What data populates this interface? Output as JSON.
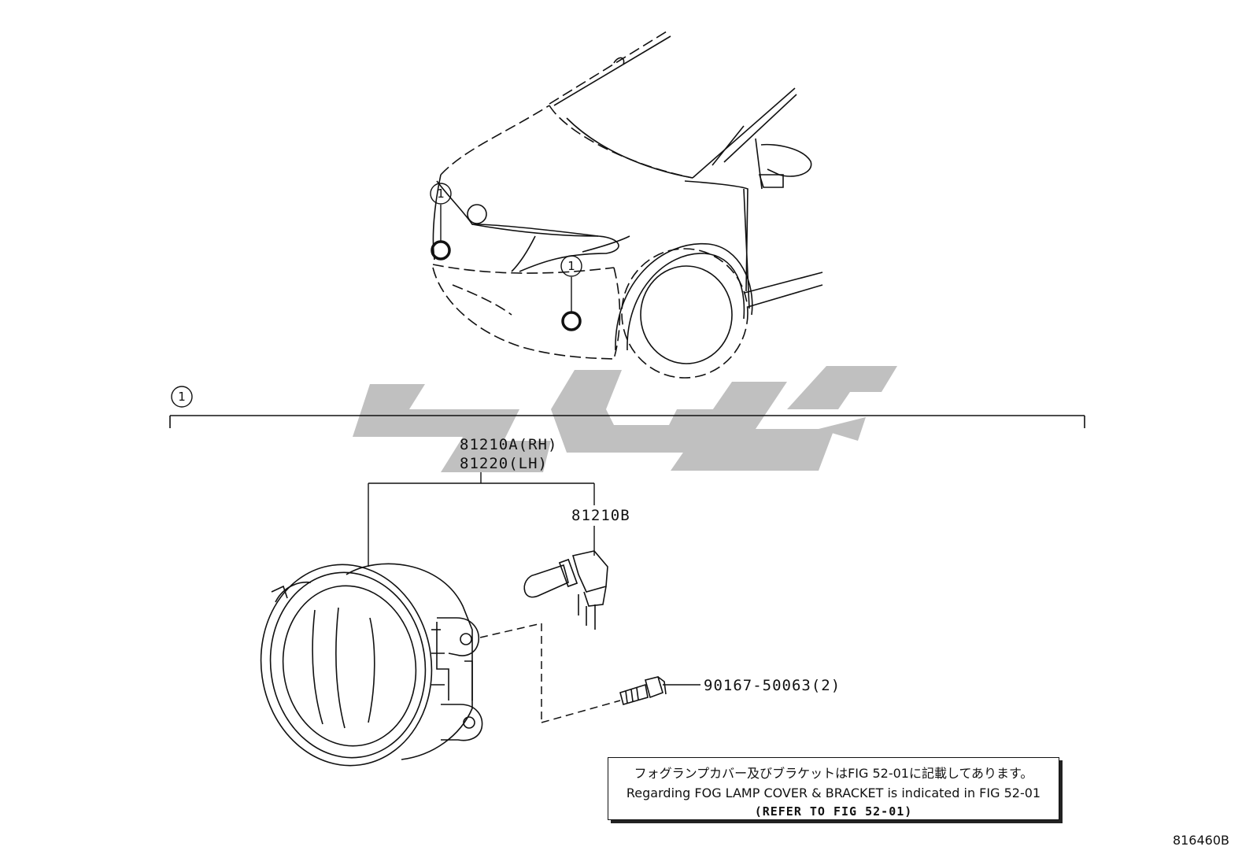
{
  "callout": {
    "number": "1"
  },
  "parts": {
    "lamp_rh": "81210A(RH)",
    "lamp_lh": "81220(LH)",
    "bulb": "81210B",
    "screw": "90167-50063(2)"
  },
  "note": {
    "japanese": "フォグランプカバー及びブラケットはFIG 52-01に記載してあります。",
    "english": "Regarding FOG LAMP COVER & BRACKET is indicated in FIG 52-01",
    "refer": "(REFER TO FIG 52-01)"
  },
  "figure_code": "816460B"
}
